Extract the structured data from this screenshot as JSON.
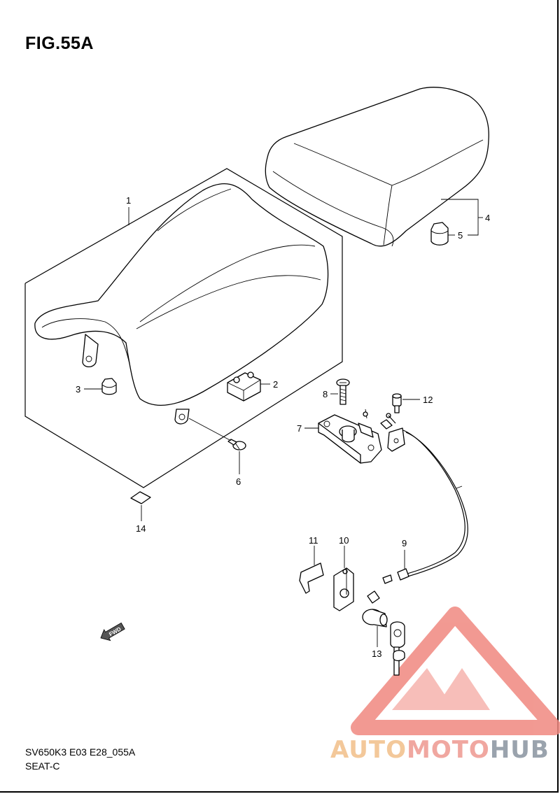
{
  "figure": {
    "title": "FIG.55A"
  },
  "callouts": [
    {
      "id": "label-1",
      "text": "1"
    },
    {
      "id": "label-2",
      "text": "2"
    },
    {
      "id": "label-3",
      "text": "3"
    },
    {
      "id": "label-4",
      "text": "4"
    },
    {
      "id": "label-5",
      "text": "5"
    },
    {
      "id": "label-6",
      "text": "6"
    },
    {
      "id": "label-7",
      "text": "7"
    },
    {
      "id": "label-8",
      "text": "8"
    },
    {
      "id": "label-9",
      "text": "9"
    },
    {
      "id": "label-10",
      "text": "10"
    },
    {
      "id": "label-11",
      "text": "11"
    },
    {
      "id": "label-12",
      "text": "12"
    },
    {
      "id": "label-13",
      "text": "13"
    },
    {
      "id": "label-14",
      "text": "14"
    }
  ],
  "fwd_arrow": {
    "text": "FWD"
  },
  "footer": {
    "code": "SV650K3 E03 E28_055A",
    "name": "SEAT-C"
  },
  "watermark": {
    "part1": "AUTO",
    "part2": "MOTO",
    "part3": "HUB",
    "colors": {
      "orange": "#f3c89a",
      "red": "#f08880",
      "gray": "#9aa3ad"
    }
  }
}
